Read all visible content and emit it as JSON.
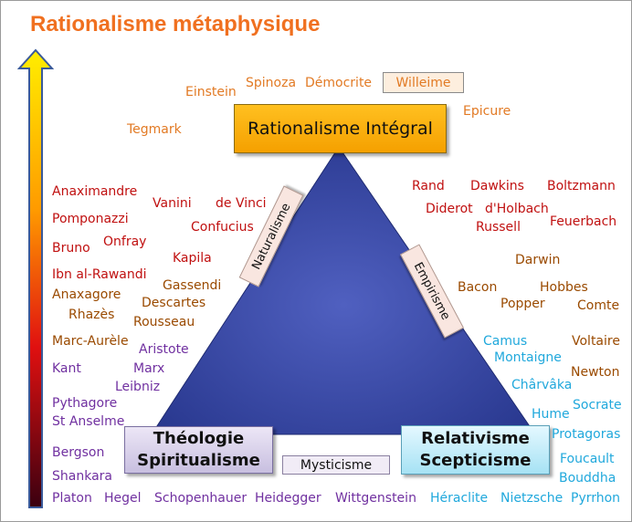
{
  "title": "Rationalisme métaphysique",
  "colors": {
    "title": "#f07020",
    "triangle": "#2f3f98",
    "arrow_top": "#ffee00",
    "arrow_bottom": "#3a0010"
  },
  "boxes": {
    "top": "Rationalisme Intégral",
    "left_line1": "Théologie",
    "left_line2": "Spiritualisme",
    "right_line1": "Relativisme",
    "right_line2": "Scepticisme",
    "bottom_middle": "Mysticisme",
    "willeime": "Willeime"
  },
  "side_labels": {
    "left": "Naturalisme",
    "right": "Empirisme"
  },
  "names": {
    "einstein": "Einstein",
    "spinoza": "Spinoza",
    "democrite": "Démocrite",
    "epicure": "Epicure",
    "tegmark": "Tegmark",
    "anaximandre": "Anaximandre",
    "vanini": "Vanini",
    "devinci": "de Vinci",
    "pomponazzi": "Pomponazzi",
    "confucius": "Confucius",
    "bruno": "Bruno",
    "onfray": "Onfray",
    "kapila": "Kapila",
    "ibnalrawandi": "Ibn al-Rawandi",
    "gassendi": "Gassendi",
    "anaxagore": "Anaxagore",
    "descartes": "Descartes",
    "rhazes": "Rhazès",
    "rousseau": "Rousseau",
    "marcaurele": "Marc-Aurèle",
    "aristote": "Aristote",
    "kant": "Kant",
    "marx": "Marx",
    "leibniz": "Leibniz",
    "pythagore": "Pythagore",
    "stanselme": "St Anselme",
    "bergson": "Bergson",
    "shankara": "Shankara",
    "platon": "Platon",
    "hegel": "Hegel",
    "schopenhauer": "Schopenhauer",
    "heidegger": "Heidegger",
    "wittgenstein": "Wittgenstein",
    "heraclite": "Héraclite",
    "nietzsche": "Nietzsche",
    "pyrrhon": "Pyrrhon",
    "rand": "Rand",
    "dawkins": "Dawkins",
    "boltzmann": "Boltzmann",
    "diderot": "Diderot",
    "dholbach": "d'Holbach",
    "russell": "Russell",
    "feuerbach": "Feuerbach",
    "darwin": "Darwin",
    "bacon": "Bacon",
    "hobbes": "Hobbes",
    "popper": "Popper",
    "comte": "Comte",
    "camus": "Camus",
    "voltaire": "Voltaire",
    "montaigne": "Montaigne",
    "newton": "Newton",
    "charvaka": "Chârvâka",
    "socrate": "Socrate",
    "hume": "Hume",
    "protagoras": "Protagoras",
    "foucault": "Foucault",
    "bouddha": "Bouddha"
  }
}
